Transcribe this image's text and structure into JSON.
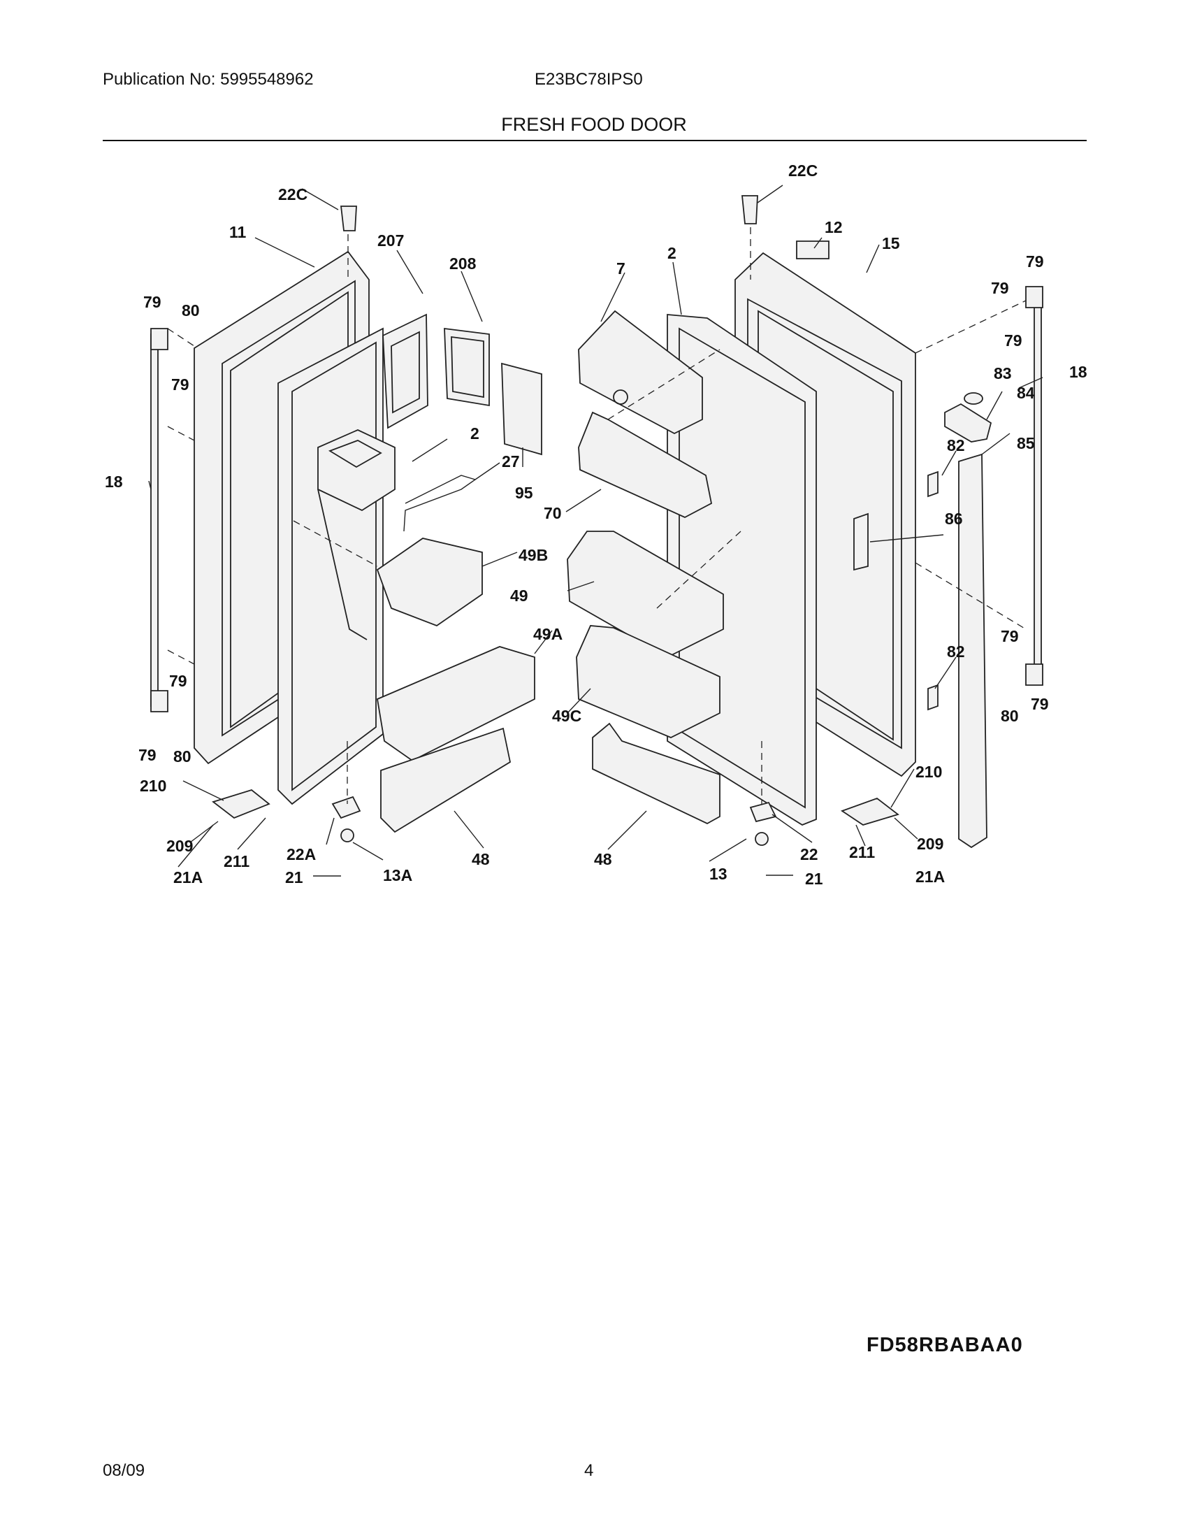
{
  "header": {
    "publication": "Publication No: 5995548962",
    "model": "E23BC78IPS0",
    "section_title": "FRESH FOOD DOOR"
  },
  "diagram": {
    "labels": [
      "22C",
      "11",
      "207",
      "208",
      "79",
      "80",
      "79",
      "18",
      "2",
      "27",
      "95",
      "49B",
      "49",
      "49A",
      "79",
      "79",
      "80",
      "210",
      "209",
      "211",
      "21A",
      "22A",
      "13A",
      "21",
      "48",
      "22C",
      "12",
      "15",
      "7",
      "2",
      "79",
      "79",
      "79",
      "18",
      "83",
      "84",
      "82",
      "85",
      "70",
      "86",
      "82",
      "79",
      "79",
      "80",
      "49C",
      "48",
      "210",
      "22",
      "13",
      "21",
      "211",
      "209",
      "21A"
    ]
  },
  "footer": {
    "diagram_code": "FD58RBABAA0",
    "date": "08/09",
    "page_number": "4"
  }
}
